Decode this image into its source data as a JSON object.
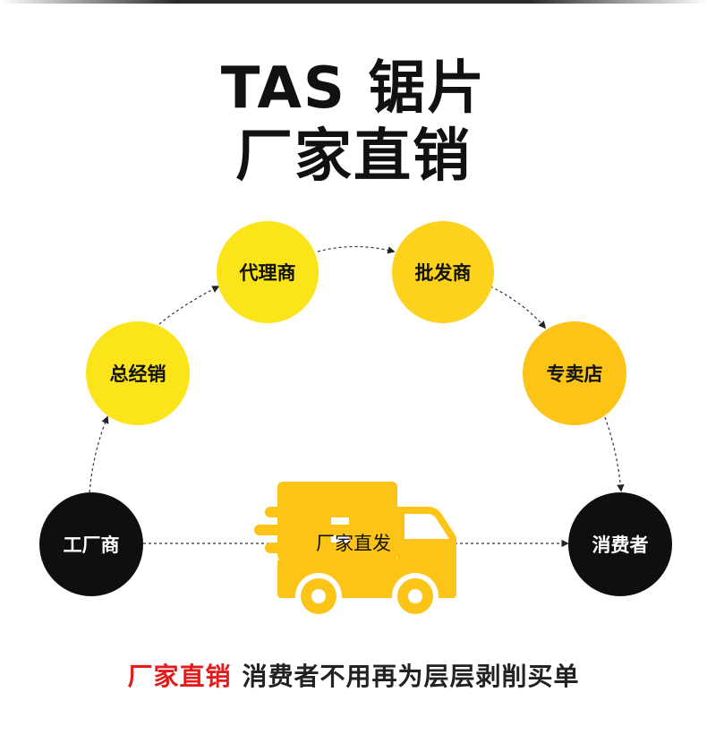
{
  "title": {
    "line1": "TAS 锯片",
    "line2": "厂家直销"
  },
  "nodes": {
    "factory": "工厂商",
    "general_distributor": "总经销",
    "agent": "代理商",
    "wholesaler": "批发商",
    "store": "专卖店",
    "consumer": "消费者"
  },
  "direct_label": "厂家直发",
  "slogan": {
    "highlight": "厂家直销",
    "text": "消费者不用再为层层剥削买单"
  },
  "colors": {
    "dark": "#0f0f0f",
    "yellow": "#fcd21c",
    "light_yellow": "#fbe419",
    "amber": "#fcc417",
    "accent_red": "#e41b1b"
  },
  "icons": [
    "truck-icon"
  ]
}
